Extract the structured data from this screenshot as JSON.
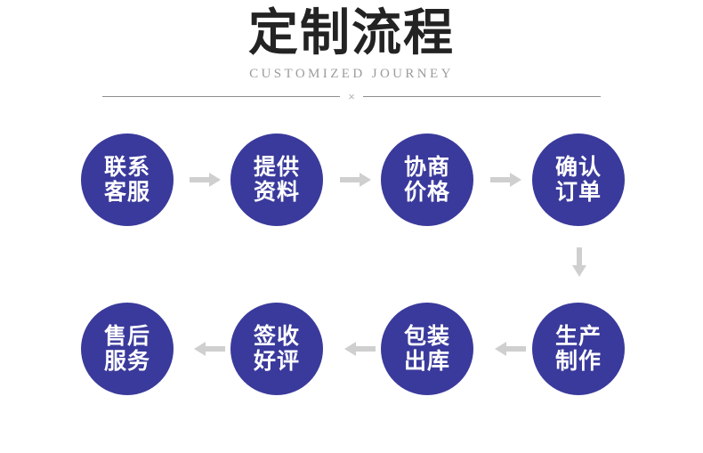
{
  "header": {
    "title": "定制流程",
    "subtitle": "CUSTOMIZED JOURNEY",
    "divider_mark": "×"
  },
  "colors": {
    "node_fill": "#3a3a9c",
    "node_text": "#ffffff",
    "arrow": "#cfcfcf",
    "title": "#232323",
    "subtitle": "#9b9b9b",
    "divider_line": "#8e8e8e",
    "background": "#ffffff"
  },
  "flow": {
    "rows": [
      {
        "direction": "left-to-right",
        "nodes": [
          {
            "line1": "联系",
            "line2": "客服"
          },
          {
            "line1": "提供",
            "line2": "资料"
          },
          {
            "line1": "协商",
            "line2": "价格"
          },
          {
            "line1": "确认",
            "line2": "订单"
          }
        ],
        "connectors": [
          "arrow-right",
          "arrow-right",
          "arrow-right"
        ]
      },
      {
        "direction": "right-to-left",
        "nodes": [
          {
            "line1": "售后",
            "line2": "服务"
          },
          {
            "line1": "签收",
            "line2": "好评"
          },
          {
            "line1": "包装",
            "line2": "出库"
          },
          {
            "line1": "生产",
            "line2": "制作"
          }
        ],
        "connectors": [
          "arrow-left",
          "arrow-left",
          "arrow-left"
        ]
      }
    ],
    "row_connector": "arrow-down"
  }
}
